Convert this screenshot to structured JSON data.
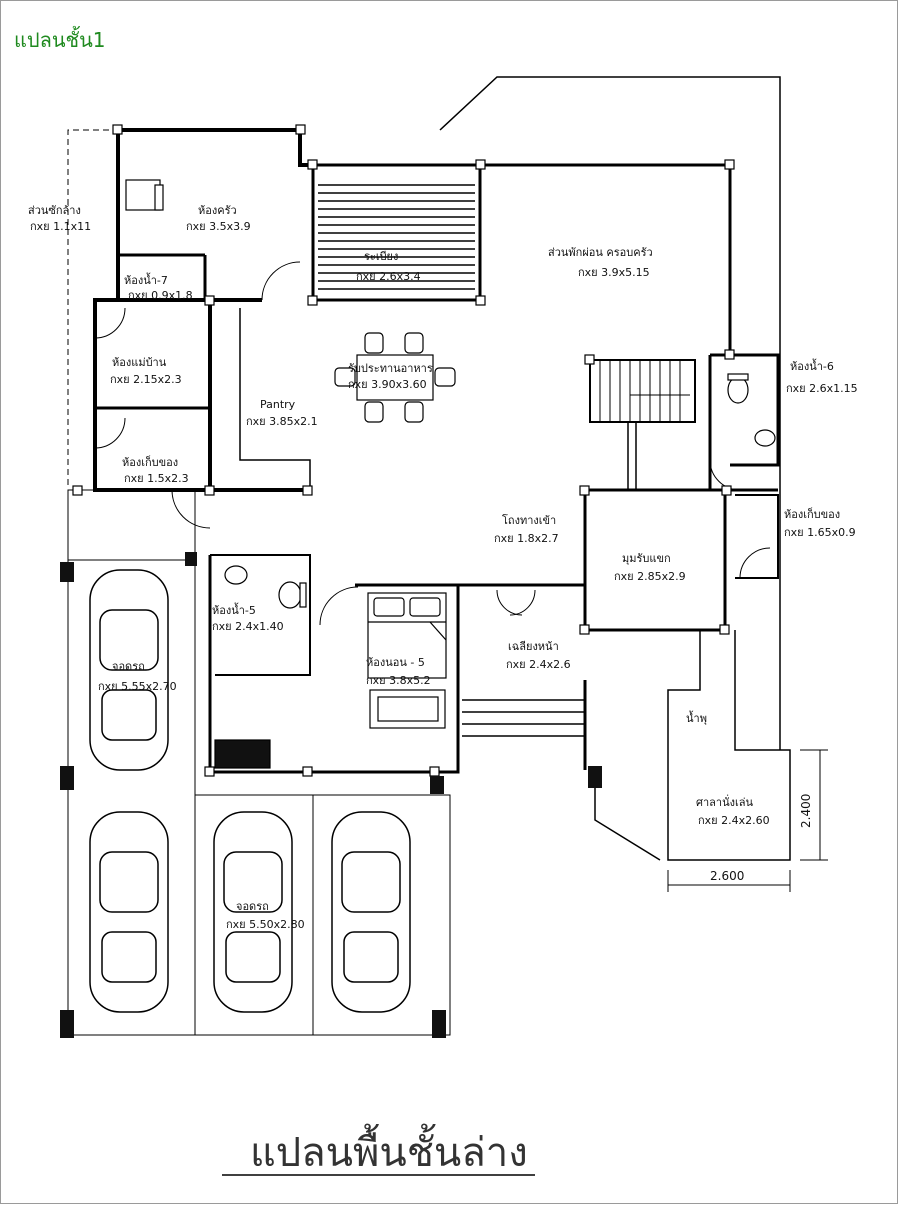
{
  "page_label": "แปลนชั้น1",
  "plan_title": "แปลนพื้นชั้นล่าง",
  "rooms": {
    "laundry": {
      "name": "ส่วนซักล้าง",
      "size": "กxย 1.1x11"
    },
    "kitchen": {
      "name": "ห้องครัว",
      "size": "กxย 3.5x3.9"
    },
    "terrace": {
      "name": "ระเบียง",
      "size": "กxย 2.6x3.4"
    },
    "family": {
      "name": "ส่วนพักผ่อน ครอบครัว",
      "size": "กxย 3.9x5.15"
    },
    "bath7": {
      "name": "ห้องน้ำ-7",
      "size": "กxย 0.9x1.8"
    },
    "maid": {
      "name": "ห้องแม่บ้าน",
      "size": "กxย 2.15x2.3"
    },
    "dining": {
      "name": "รับประทานอาหาร",
      "size": "กxย 3.90x3.60"
    },
    "pantry": {
      "name": "Pantry",
      "size": "กxย 3.85x2.1"
    },
    "bath6": {
      "name": "ห้องน้ำ-6",
      "size": "กxย 2.6x1.15"
    },
    "store1": {
      "name": "ห้องเก็บของ",
      "size": "กxย 1.5x2.3"
    },
    "entrance": {
      "name": "โถงทางเข้า",
      "size": "กxย 1.8x2.7"
    },
    "store2": {
      "name": "ห้องเก็บของ",
      "size": "กxย 1.65x0.9"
    },
    "guest": {
      "name": "มุมรับแขก",
      "size": "กxย 2.85x2.9"
    },
    "bath5": {
      "name": "ห้องน้ำ-5",
      "size": "กxย 2.4x1.40"
    },
    "bedroom5": {
      "name": "ห้องนอน - 5",
      "size": "กxย 3.8x5.2"
    },
    "front_porch": {
      "name": "เฉลียงหน้า",
      "size": "กxย 2.4x2.6"
    },
    "garage1": {
      "name": "จอดรถ",
      "size": "กxย 5.55x2.70"
    },
    "garage2": {
      "name": "จอดรถ",
      "size": "กxย 5.50x2.80"
    },
    "fountain": {
      "name": "น้ำพุ"
    },
    "pavilion": {
      "name": "ศาลานั่งเล่น",
      "size": "กxย 2.4x2.60"
    }
  },
  "dimensions": {
    "pavilion_height": "2.400",
    "pavilion_width": "2.600"
  },
  "colors": {
    "label_green": "#1f8a1f",
    "line": "#000000",
    "frame": "#9a9a9a"
  }
}
